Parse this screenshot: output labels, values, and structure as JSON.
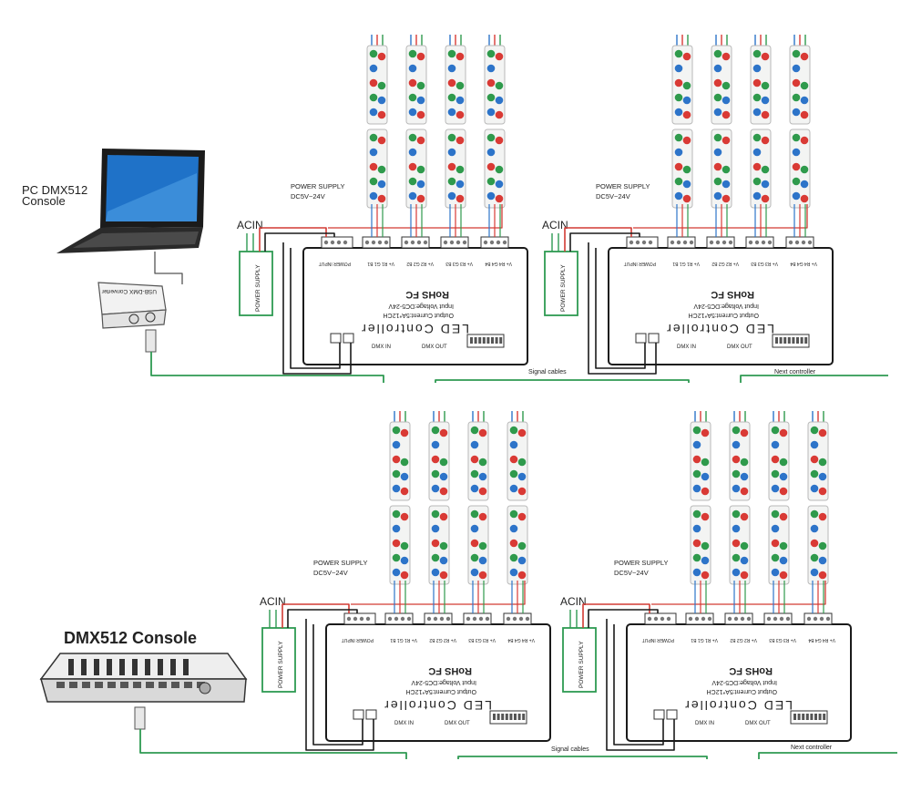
{
  "pc_console": {
    "line1": "PC DMX512",
    "line2": "Console"
  },
  "converter_label": "USB-DMX Converter",
  "dmx_console_label": "DMX512 Console",
  "acin_label": "ACIN",
  "power_supply_box_label": "POWER SUPPLY",
  "power_supply_title": "POWER SUPPLY",
  "power_supply_voltage": "DC5V~24V",
  "controller": {
    "title": "LED Controller",
    "input_voltage": "Input Voltage:DC5-24V",
    "output_current": "Output Current:5A*12CH",
    "rohs": "RoHS",
    "power_input": "POWER INPUT",
    "dmx_in": "DMX IN",
    "dmx_out": "DMX OUT",
    "terminal_groups": [
      [
        "V+",
        "R1",
        "G1",
        "B1"
      ],
      [
        "V+",
        "R2",
        "G2",
        "B2"
      ],
      [
        "V+",
        "R3",
        "G3",
        "B3"
      ],
      [
        "V+",
        "R4",
        "G4",
        "B4"
      ]
    ]
  },
  "signal_cables_label": "Signal cables",
  "next_controller_label": "Next  controller",
  "led_colors": {
    "red": "#d93a35",
    "green": "#2f9a4c",
    "blue": "#2d74c9"
  },
  "wire_colors": {
    "signal": "#2e9a52",
    "power_red": "#d23a33",
    "black": "#1a1a1a"
  }
}
